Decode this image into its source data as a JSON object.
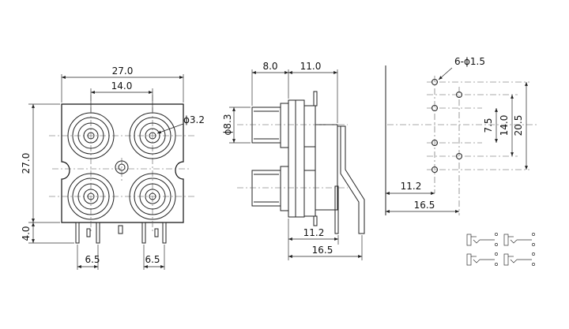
{
  "front_view": {
    "dim_overall_width": "27.0",
    "dim_jack_spacing": "14.0",
    "dim_jack_diameter": "ϕ3.2",
    "dim_overall_height": "27.0",
    "dim_pin_height": "4.0",
    "dim_pin_pitch_left": "6.5",
    "dim_pin_pitch_right": "6.5"
  },
  "side_view": {
    "dim_flange": "8.0",
    "dim_depth": "11.0",
    "dim_barrel_diameter": "ϕ8.3",
    "dim_pin_offset": "11.2",
    "dim_total_depth": "16.5"
  },
  "pcb_layout": {
    "dim_holes": "6-ϕ1.5",
    "dim_hole_pitch_small": "7.5",
    "dim_hole_pitch_mid": "14.0",
    "dim_hole_pitch_large": "20.5",
    "dim_offset_x": "11.2",
    "dim_total_x": "16.5"
  }
}
